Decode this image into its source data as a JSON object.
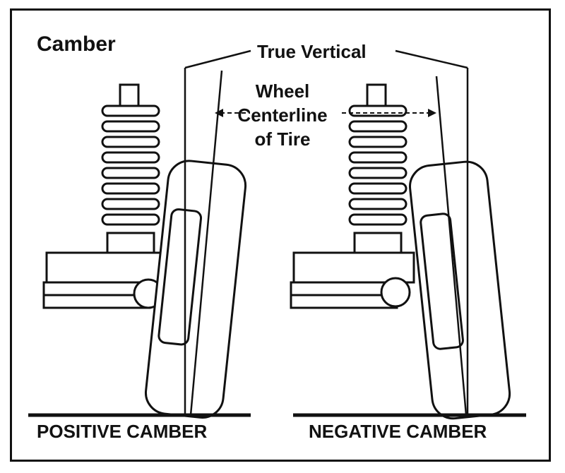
{
  "diagram": {
    "title": "Camber",
    "label_true_vertical": "True Vertical",
    "label_wheel_centerline": [
      "Wheel",
      "Centerline",
      "of Tire"
    ],
    "caption_left": "POSITIVE CAMBER",
    "caption_right": "NEGATIVE CAMBER",
    "colors": {
      "ink": "#111111",
      "background": "#ffffff"
    }
  }
}
